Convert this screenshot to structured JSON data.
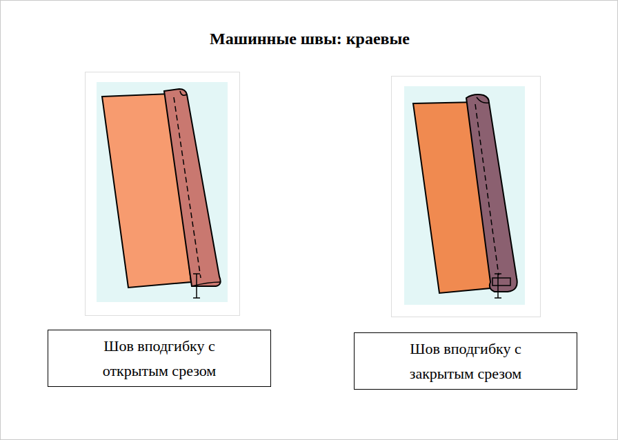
{
  "diagram": {
    "title": "Машинные швы: краевые",
    "nodes": [
      {
        "text": [
          "Шов вподгибку с открытым срезом"
        ]
      },
      {
        "text": [
          "Шов вподгибку с закрытым срезом"
        ]
      }
    ]
  }
}
